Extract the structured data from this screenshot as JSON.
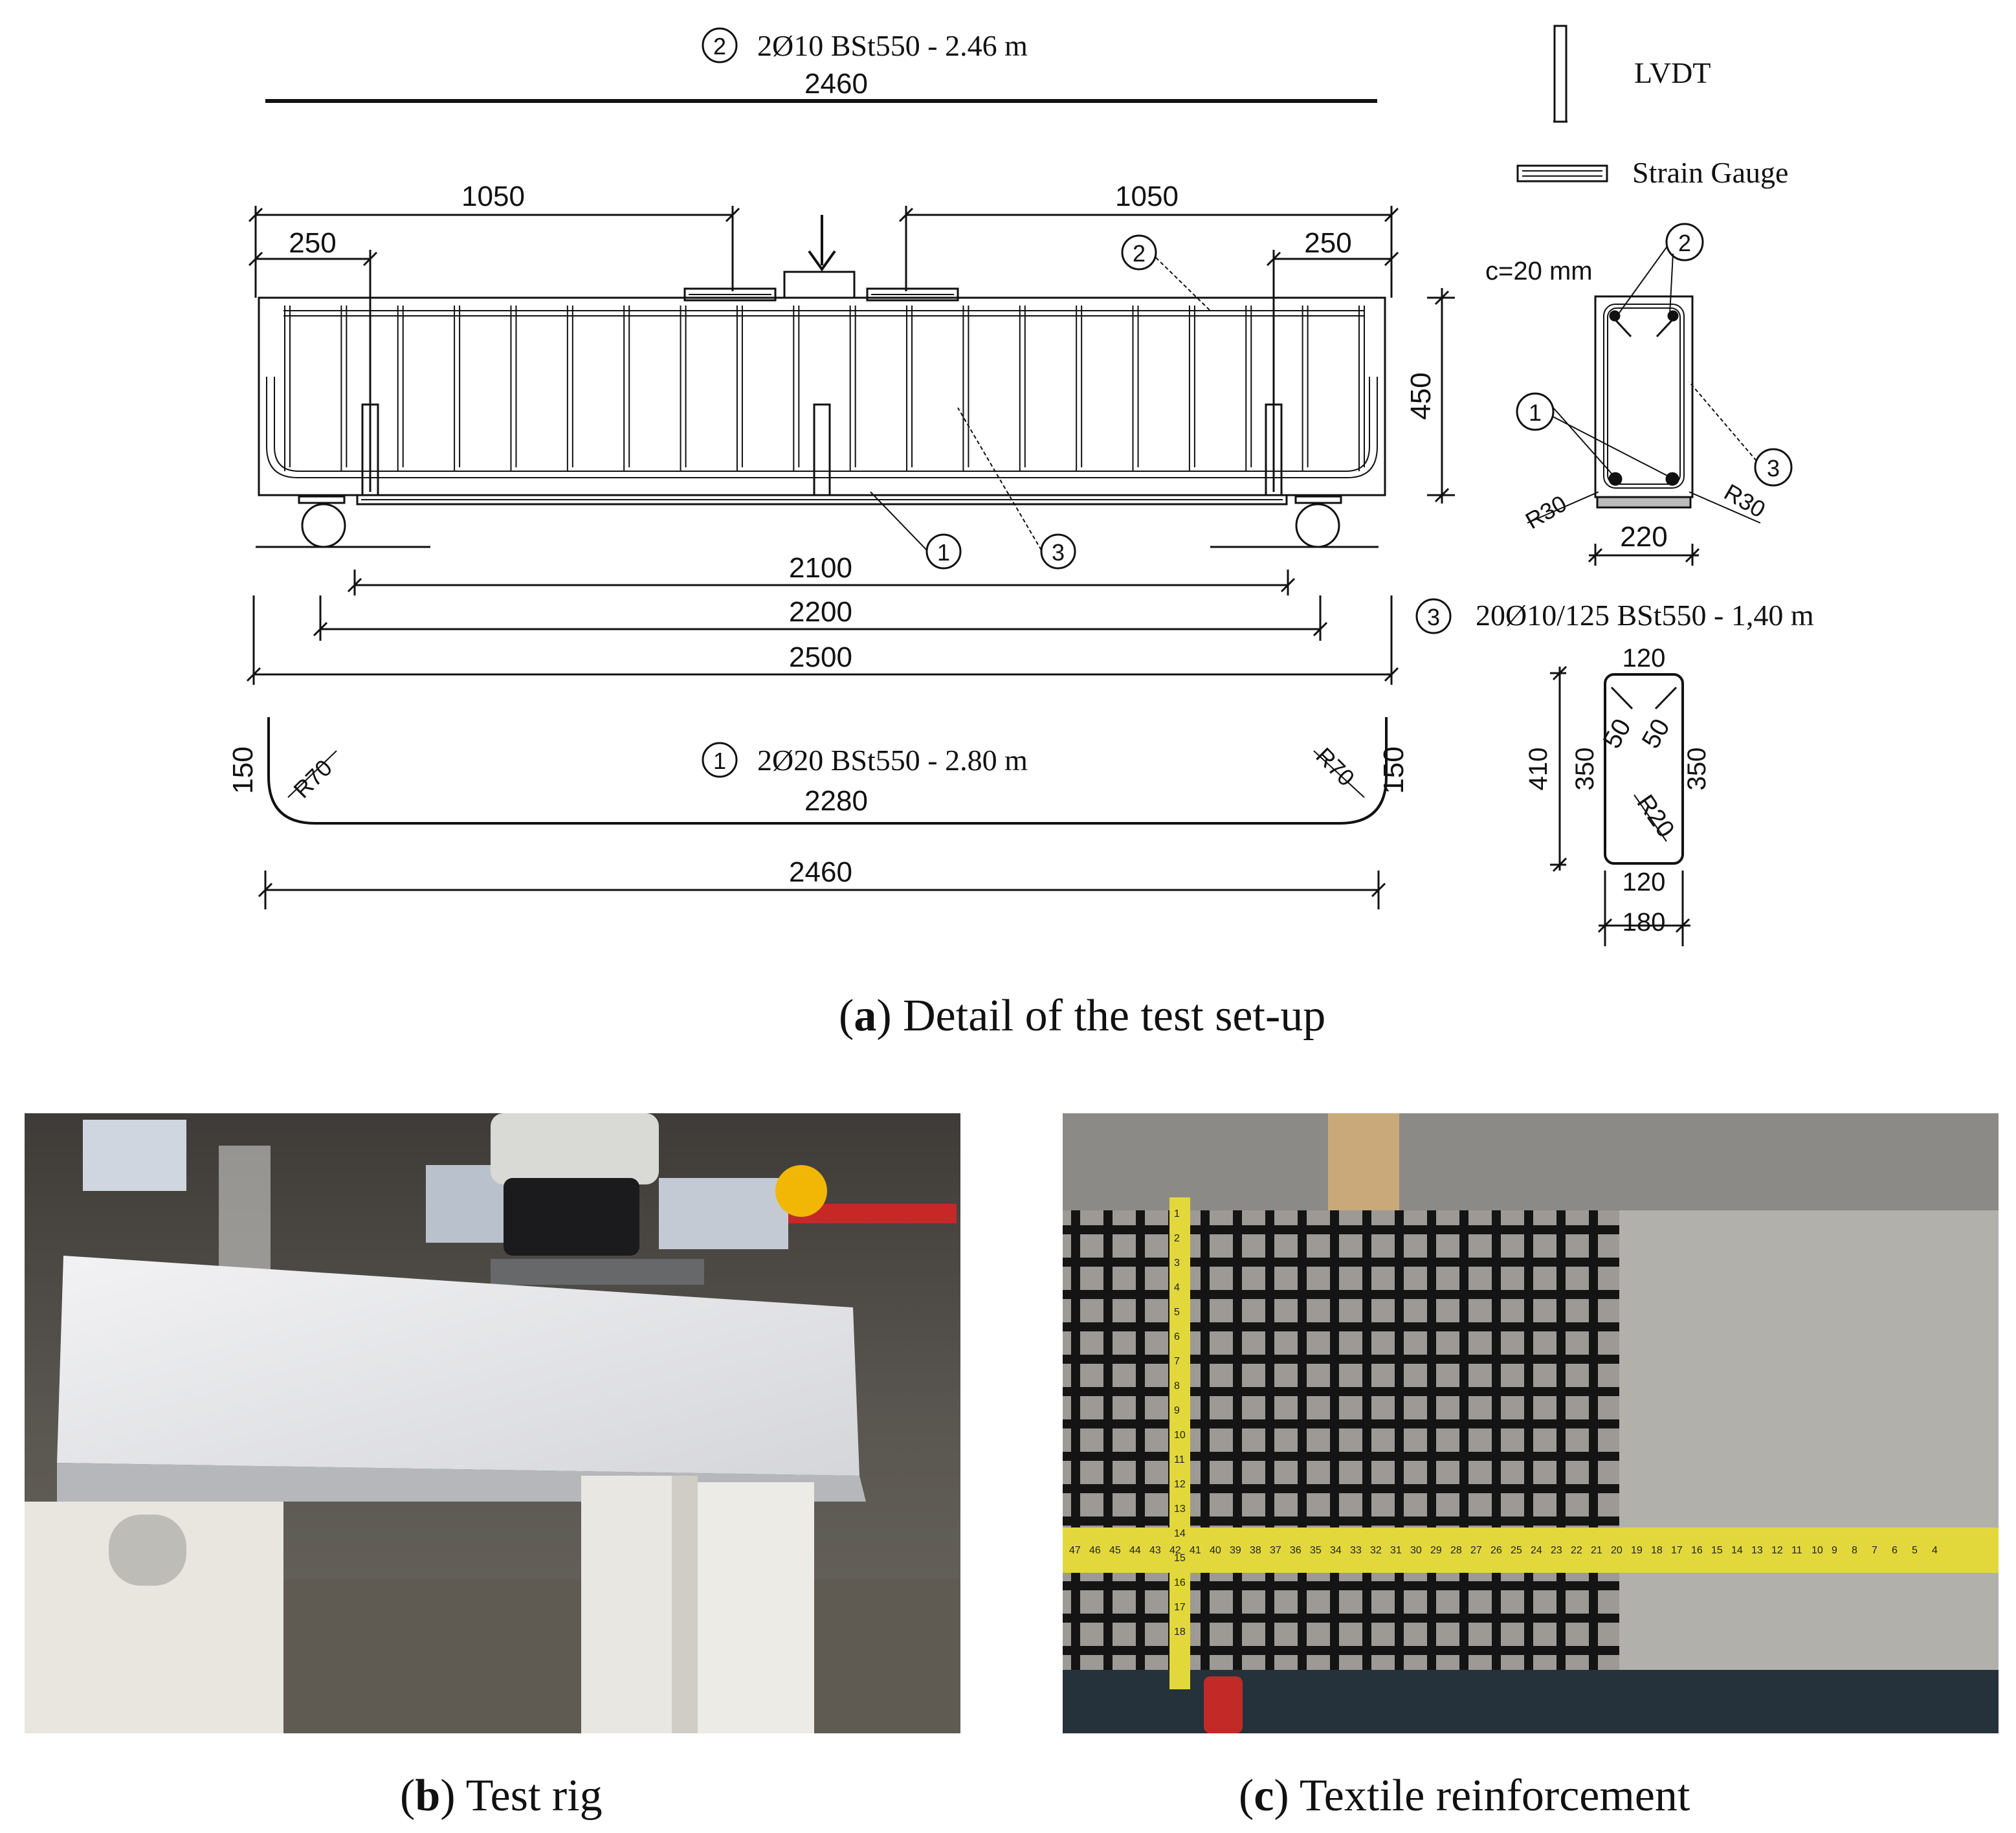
{
  "drawing": {
    "bar2_label": "2Ø10 BSt550 - 2.46 m",
    "bar2_length": "2460",
    "bar2_num": "2",
    "legend_lvdt": "LVDT",
    "legend_strain": "Strain Gauge",
    "dim_1050_left": "1050",
    "dim_1050_right": "1050",
    "dim_250_left": "250",
    "dim_250_right": "250",
    "dim_450": "450",
    "marker_1": "1",
    "marker_2": "2",
    "marker_3": "3",
    "dim_2100": "2100",
    "dim_2200": "2200",
    "dim_2500": "2500",
    "cover": "c=20 mm",
    "sec_marker_2": "2",
    "sec_marker_1": "1",
    "sec_marker_3": "3",
    "sec_r30_left": "R30",
    "sec_r30_right": "R30",
    "sec_width": "220",
    "bar3_num": "3",
    "bar3_label": "20Ø10/125 BSt550 - 1,40 m",
    "stirrup_top": "120",
    "stirrup_height": "410",
    "stirrup_left": "350",
    "stirrup_right": "350",
    "stirrup_hook1": "50",
    "stirrup_hook2": "50",
    "stirrup_r20": "R20",
    "stirrup_bottom": "120",
    "stirrup_width": "180",
    "bar1_num": "1",
    "bar1_label": "2Ø20 BSt550 - 2.80 m",
    "bar1_inner": "2280",
    "bar1_leg_left": "150",
    "bar1_leg_right": "150",
    "bar1_r70_left": "R70",
    "bar1_r70_right": "R70",
    "bar1_total": "2460"
  },
  "captions": {
    "a_letter": "a",
    "a_text": ") Detail of the test set-up",
    "b_letter": "b",
    "b_text": ") Test rig",
    "c_letter": "c",
    "c_text": ") Textile reinforcement"
  },
  "tape": {
    "horizontal_numbers": [
      "47",
      "46",
      "45",
      "44",
      "43",
      "42",
      "41",
      "40",
      "39",
      "38",
      "37",
      "36",
      "35",
      "34",
      "33",
      "32",
      "31",
      "30",
      "29",
      "28",
      "27",
      "26",
      "25",
      "24",
      "23",
      "22",
      "21",
      "20",
      "19",
      "18",
      "17",
      "16",
      "15",
      "14",
      "13",
      "12",
      "11",
      "10",
      "9",
      "8",
      "7",
      "6",
      "5",
      "4"
    ],
    "vertical_numbers": [
      "1",
      "2",
      "3",
      "4",
      "5",
      "6",
      "7",
      "8",
      "9",
      "10",
      "11",
      "12",
      "13",
      "14",
      "15",
      "16",
      "17",
      "18"
    ]
  }
}
